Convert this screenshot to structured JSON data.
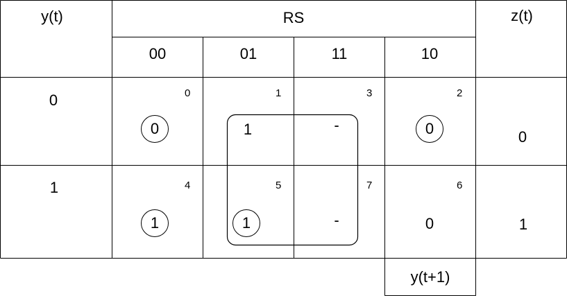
{
  "headers": {
    "state_col": "y(t)",
    "input_group": "RS",
    "output_col": "z(t)",
    "columns": [
      "00",
      "01",
      "11",
      "10"
    ],
    "next_state": "y(t+1)"
  },
  "rows": [
    {
      "state": "0",
      "output": "0",
      "cells": [
        {
          "index": "0",
          "value": "0",
          "circled": true
        },
        {
          "index": "1",
          "value": "1",
          "circled": false
        },
        {
          "index": "3",
          "value": "-",
          "circled": false
        },
        {
          "index": "2",
          "value": "0",
          "circled": true
        }
      ]
    },
    {
      "state": "1",
      "output": "1",
      "cells": [
        {
          "index": "4",
          "value": "1",
          "circled": true
        },
        {
          "index": "5",
          "value": "1",
          "circled": true
        },
        {
          "index": "7",
          "value": "-",
          "circled": false
        },
        {
          "index": "6",
          "value": "0",
          "circled": false
        }
      ]
    }
  ]
}
